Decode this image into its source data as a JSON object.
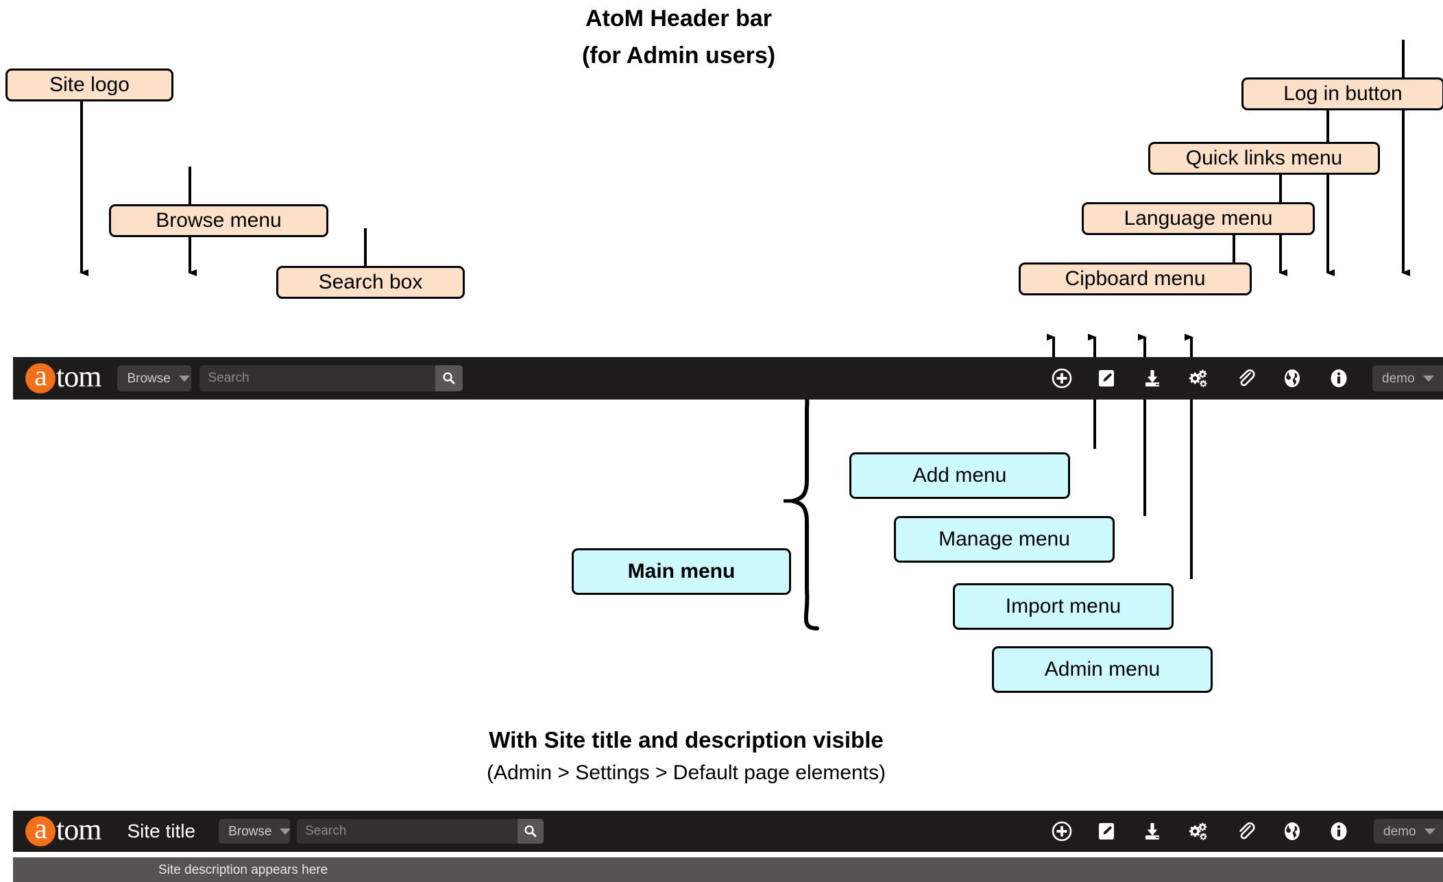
{
  "title": {
    "line1": "AtoM Header bar",
    "line2": "(for Admin users)"
  },
  "bottom_title": {
    "line1": "With Site title and description visible",
    "line2": "(Admin > Settings > Default page elements)"
  },
  "colors": {
    "peach_callout": "#fde0c8",
    "cyan_callout": "#ccfaff",
    "callout_border": "#000000",
    "bar_background": "#1e1c1a",
    "description_bar": "#565451",
    "logo_orange": "#f3701b",
    "button_background": "#3b3937",
    "search_background": "#333130",
    "search_button": "#585552",
    "text_muted": "#8d8a86"
  },
  "callouts": {
    "peach": [
      {
        "id": "site-logo",
        "label": "Site logo"
      },
      {
        "id": "browse-menu",
        "label": "Browse menu"
      },
      {
        "id": "search-box",
        "label": "Search box"
      },
      {
        "id": "clipboard-menu",
        "label": "Cipboard menu"
      },
      {
        "id": "language-menu",
        "label": "Language menu"
      },
      {
        "id": "quick-links-menu",
        "label": "Quick links menu"
      },
      {
        "id": "login-button",
        "label": "Log in button"
      }
    ],
    "cyan": [
      {
        "id": "main-menu",
        "label": "Main menu"
      },
      {
        "id": "add-menu",
        "label": "Add menu"
      },
      {
        "id": "manage-menu",
        "label": "Manage menu"
      },
      {
        "id": "import-menu",
        "label": "Import menu"
      },
      {
        "id": "admin-menu",
        "label": "Admin menu"
      }
    ]
  },
  "header_top": {
    "logo": {
      "mark": "a",
      "word": "tom"
    },
    "browse_label": "Browse",
    "search_placeholder": "Search",
    "search_value": "",
    "search_icon": "search-icon",
    "account_label": "demo",
    "icons": [
      {
        "name": "add-icon",
        "title": "Add"
      },
      {
        "name": "manage-icon",
        "title": "Manage"
      },
      {
        "name": "import-icon",
        "title": "Import"
      },
      {
        "name": "admin-icon",
        "title": "Admin"
      },
      {
        "name": "clipboard-icon",
        "title": "Clipboard"
      },
      {
        "name": "language-icon",
        "title": "Language"
      },
      {
        "name": "quick-links-icon",
        "title": "Quick links"
      }
    ]
  },
  "header_bottom": {
    "logo": {
      "mark": "a",
      "word": "tom"
    },
    "site_title": "Site title",
    "browse_label": "Browse",
    "search_placeholder": "Search",
    "search_value": "",
    "account_label": "demo",
    "site_description": "Site description appears here"
  }
}
